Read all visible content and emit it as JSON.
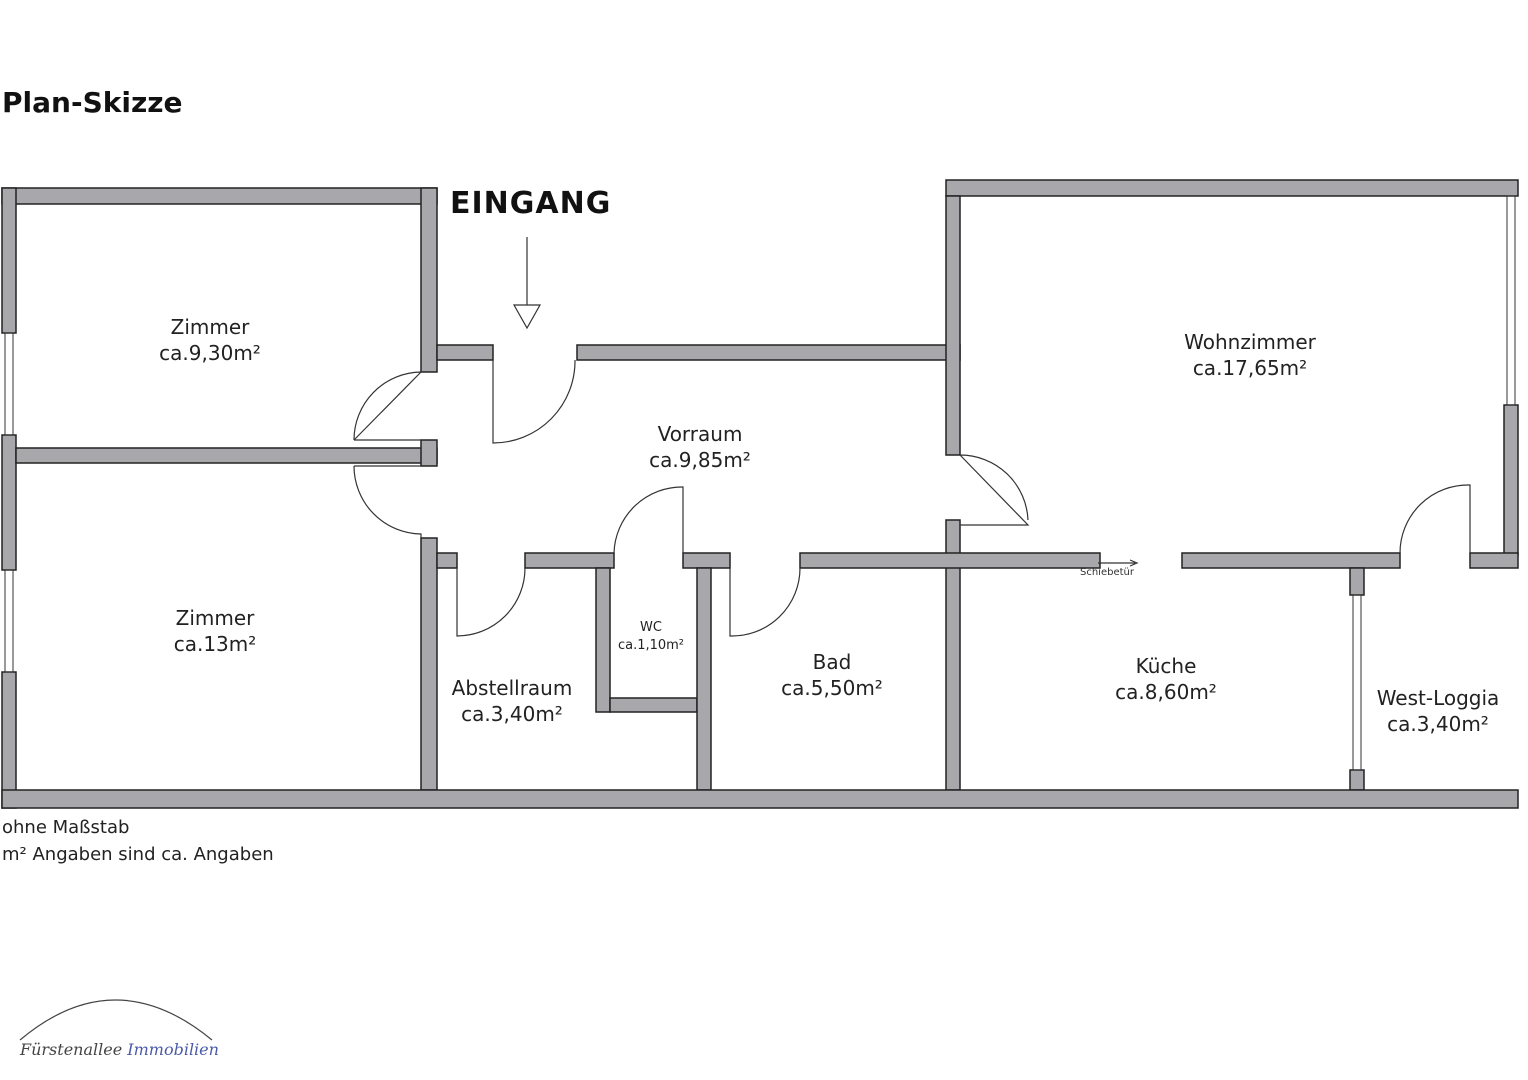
{
  "title": "Plan-Skizze",
  "entrance": "EINGANG",
  "rooms": [
    {
      "name": "Zimmer",
      "area": "ca.9,30m²"
    },
    {
      "name": "Zimmer",
      "area": "ca.13m²"
    },
    {
      "name": "Vorraum",
      "area": "ca.9,85m²"
    },
    {
      "name": "Wohnzimmer",
      "area": "ca.17,65m²"
    },
    {
      "name": "WC",
      "area": "ca.1,10m²"
    },
    {
      "name": "Abstellraum",
      "area": "ca.3,40m²"
    },
    {
      "name": "Bad",
      "area": "ca.5,50m²"
    },
    {
      "name": "Küche",
      "area": "ca.8,60m²"
    },
    {
      "name": "West-Loggia",
      "area": "ca.3,40m²"
    }
  ],
  "sliding_door": "Schiebetür",
  "notes": [
    "ohne Maßstab",
    "m² Angaben sind ca. Angaben"
  ],
  "logo": {
    "part1": "Fürstenallee",
    "part2": "Immobilien"
  },
  "colors": {
    "wall": "#a8a8ac",
    "outline": "#222222",
    "logo_accent": "#4a5aa8"
  }
}
